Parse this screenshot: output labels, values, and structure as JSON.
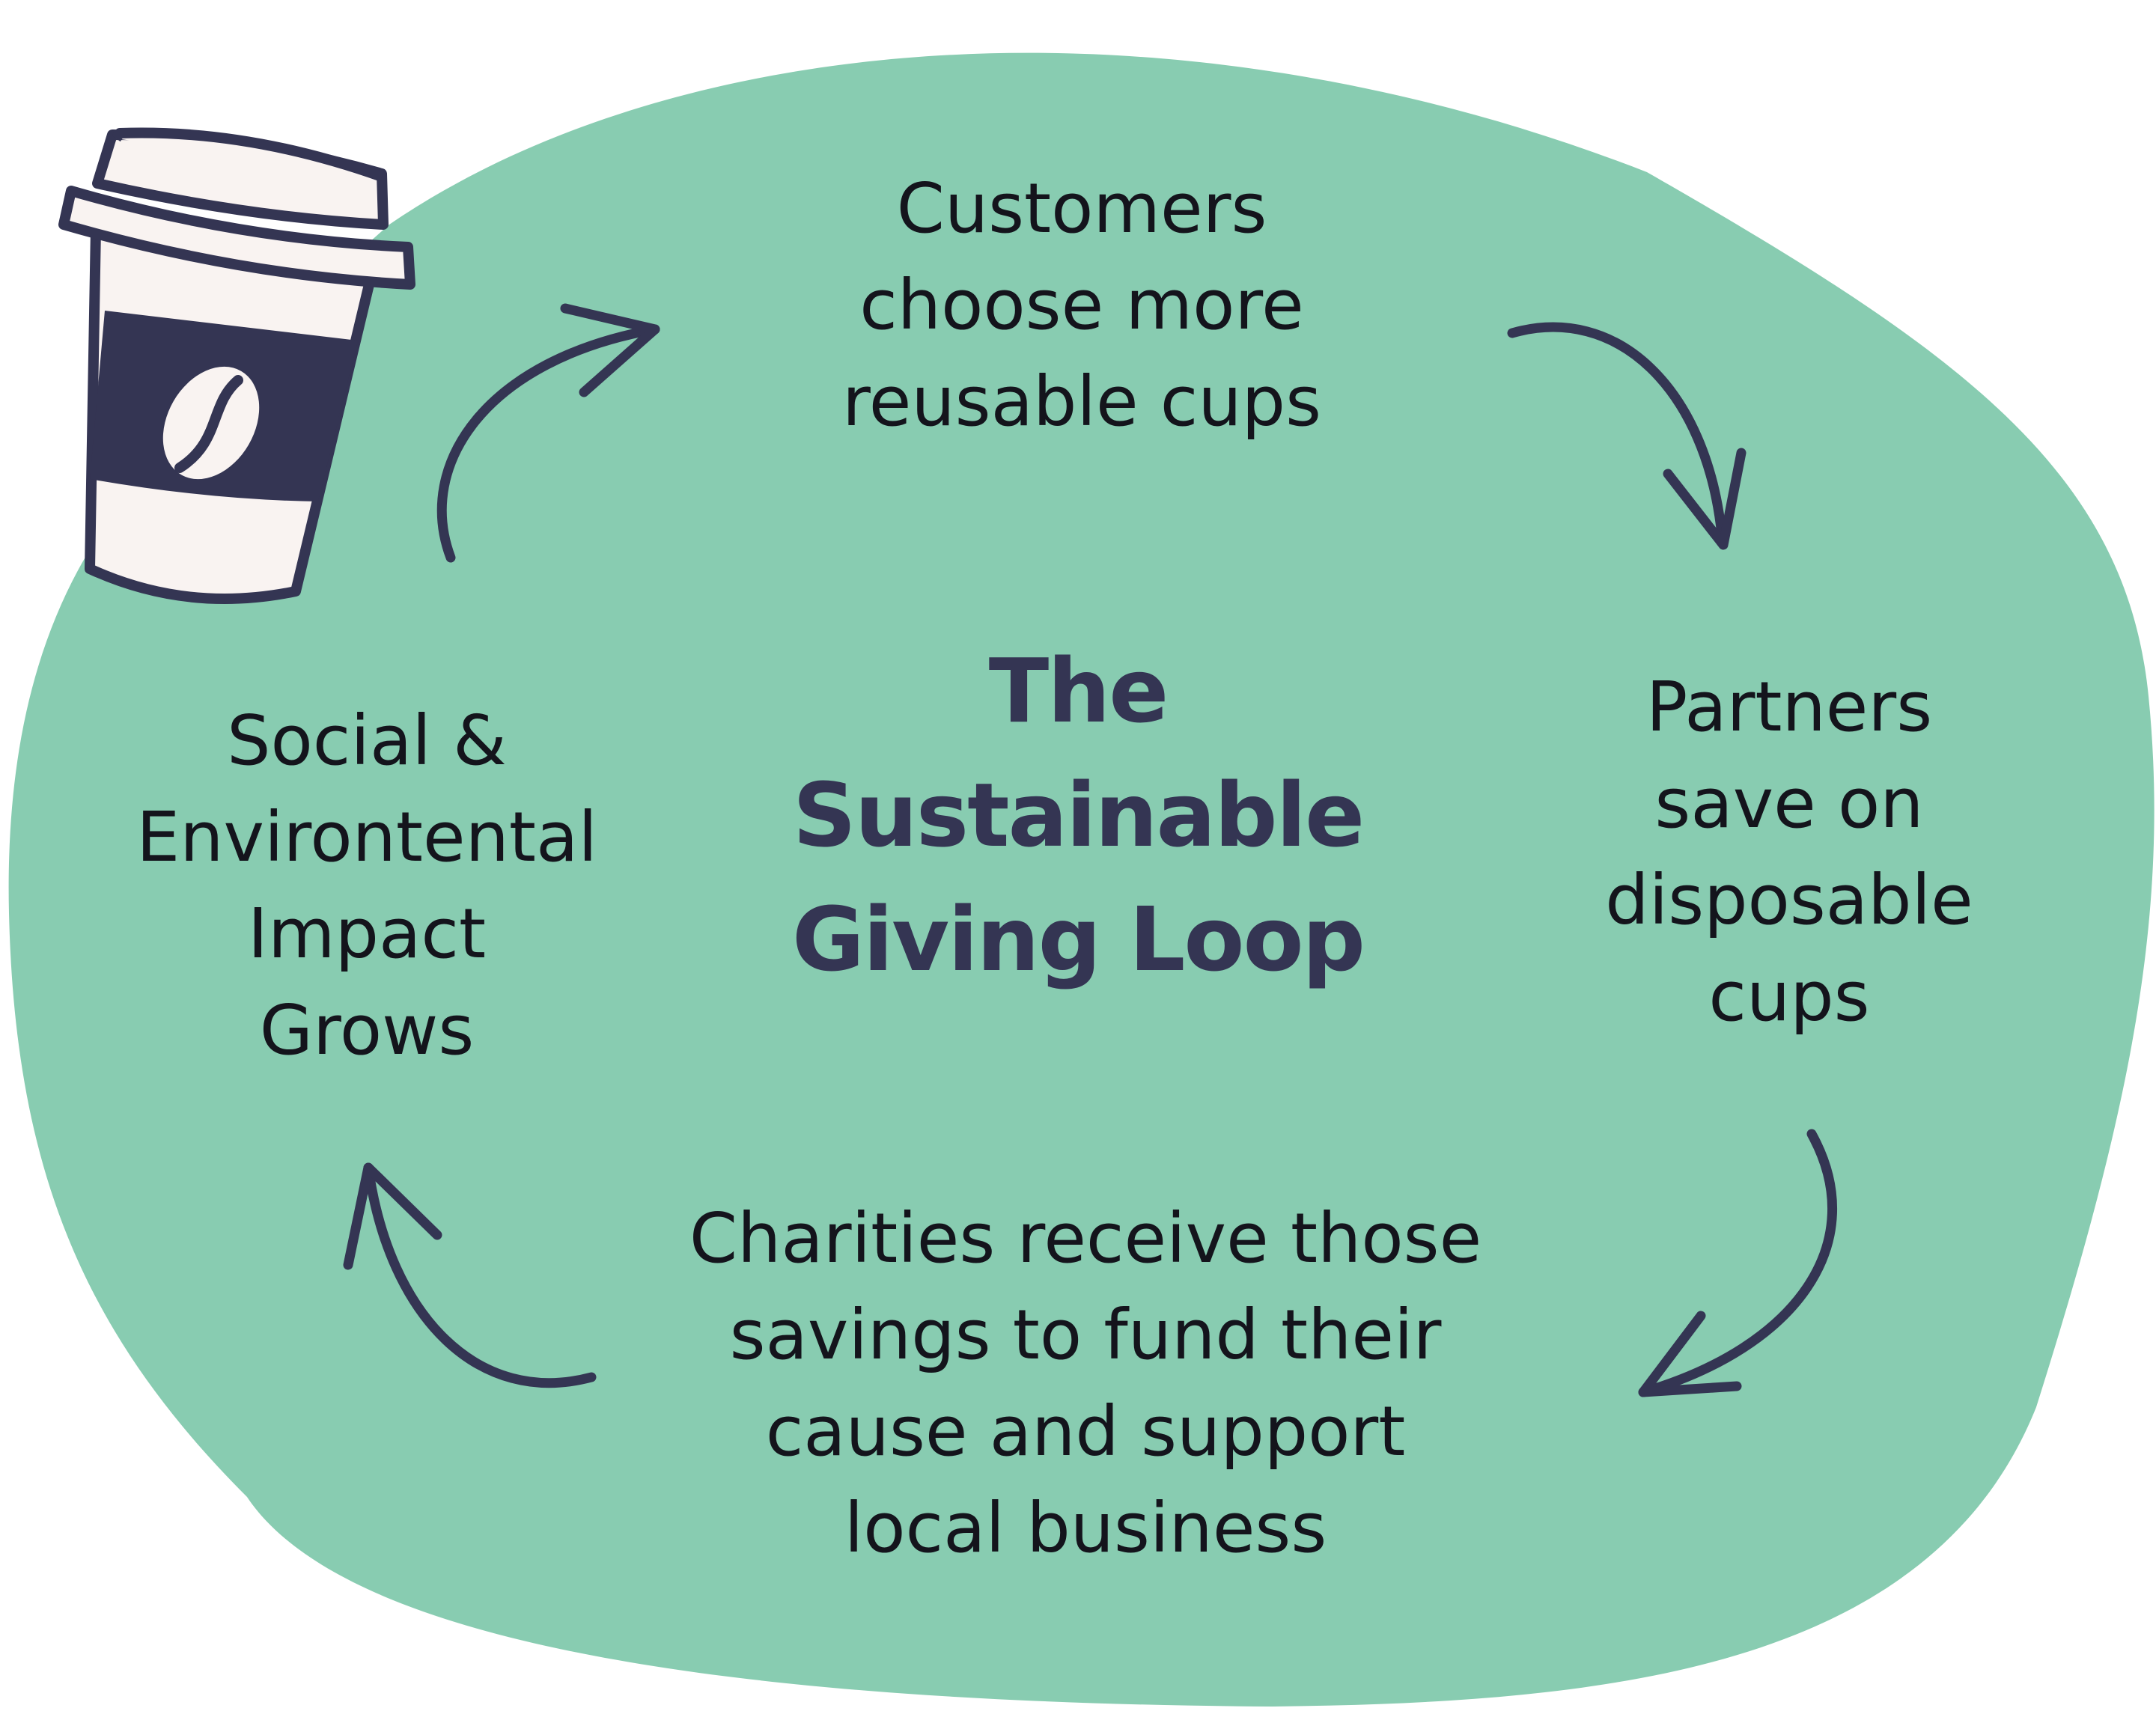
{
  "colors": {
    "blob": "#88ccb1",
    "ink": "#343553",
    "text": "#14141c",
    "cup_paper": "#f9f3f1"
  },
  "title": {
    "lines": [
      "The",
      "Sustainable",
      "Giving Loop"
    ]
  },
  "steps": {
    "top": {
      "lines": [
        "Customers",
        "choose more",
        "reusable cups"
      ]
    },
    "right": {
      "lines": [
        "Partners",
        "save on",
        "disposable",
        "cups"
      ]
    },
    "bottom": {
      "lines": [
        "Charities receive those",
        "savings to fund their",
        "cause and support",
        "local business"
      ]
    },
    "left": {
      "lines": [
        "Social &",
        "Environtental",
        "Impact",
        "Grows"
      ]
    }
  },
  "icons": {
    "cup": "coffee-cup-icon",
    "bean": "coffee-bean-icon",
    "arrows": [
      "arrow-top-right",
      "arrow-bottom-right",
      "arrow-bottom-left",
      "arrow-top-left"
    ]
  }
}
